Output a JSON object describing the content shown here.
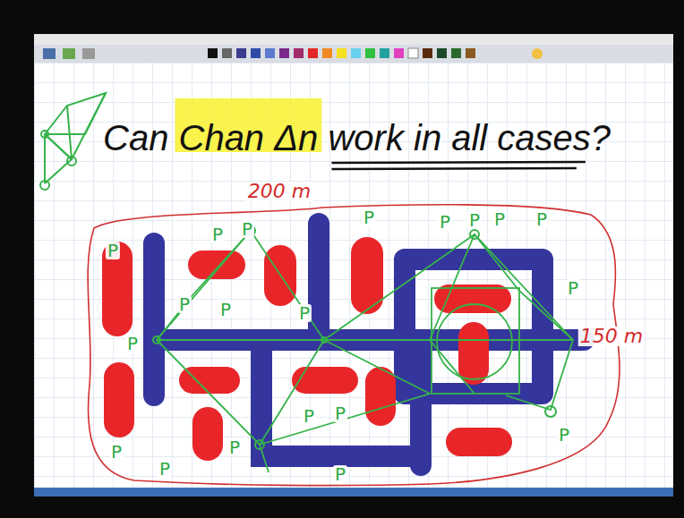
{
  "diagram": {
    "title": "Can Chan Δn work in all cases?",
    "labels": [
      "200 m",
      "P",
      "P",
      "P",
      "P",
      "P",
      "P",
      "P",
      "P",
      "P",
      "P",
      "P",
      "P",
      "150 m",
      "P",
      "P",
      "P",
      "P",
      "P",
      "P",
      "P",
      "P"
    ]
  }
}
